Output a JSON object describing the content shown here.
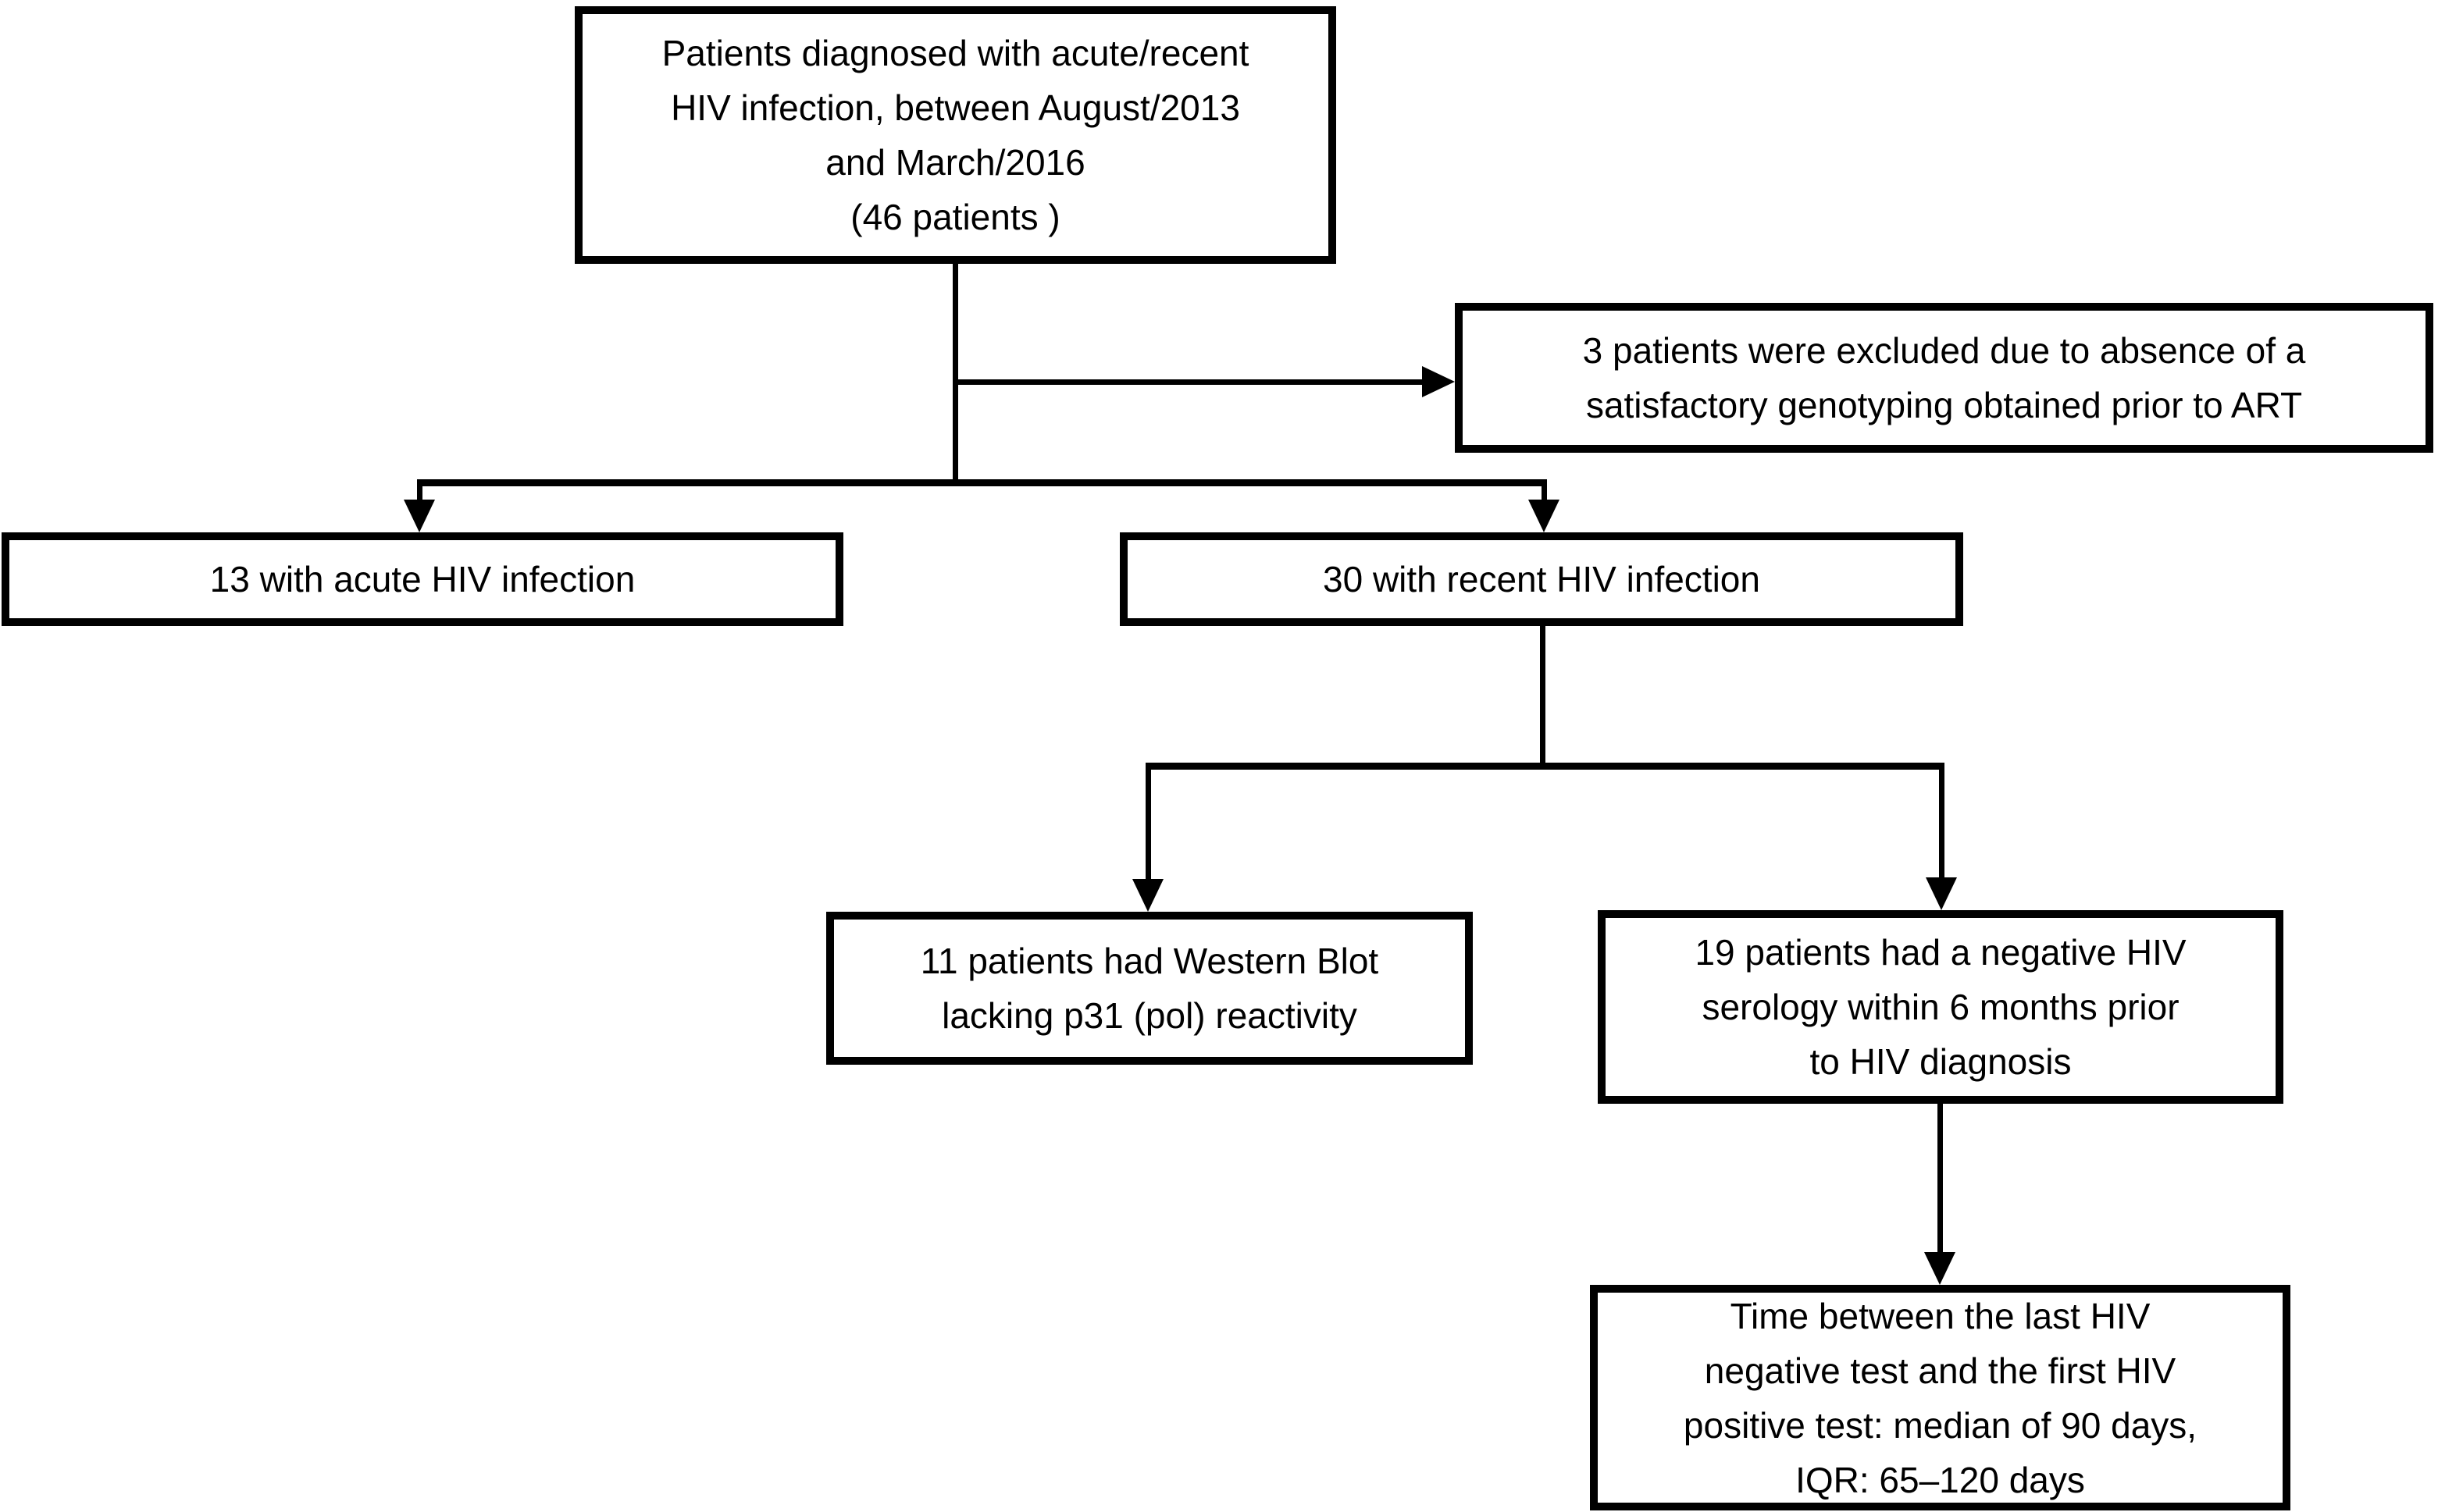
{
  "diagram": {
    "colors": {
      "background": "#ffffff",
      "line": "#000000",
      "text": "#000000"
    },
    "boxes": {
      "source": {
        "lines": [
          "Patients diagnosed with acute/recent",
          "HIV infection, between August/2013",
          "and March/2016",
          "(46 patients )"
        ]
      },
      "excluded": {
        "lines": [
          "3 patients were excluded due to absence of a",
          "satisfactory genotyping obtained prior to ART"
        ]
      },
      "acute": {
        "lines": [
          "13 with acute HIV infection"
        ]
      },
      "recent": {
        "lines": [
          "30 with recent HIV infection"
        ]
      },
      "western_blot": {
        "lines": [
          "11 patients had Western Blot",
          "lacking p31 (pol) reactivity"
        ]
      },
      "serology": {
        "lines": [
          "19 patients had a negative HIV",
          "serology within 6 months prior",
          "to HIV diagnosis"
        ]
      },
      "window": {
        "lines": [
          "Time between the last HIV",
          "negative test and the first HIV",
          "positive test: median of 90 days,",
          "IQR: 65–120 days"
        ]
      }
    }
  }
}
